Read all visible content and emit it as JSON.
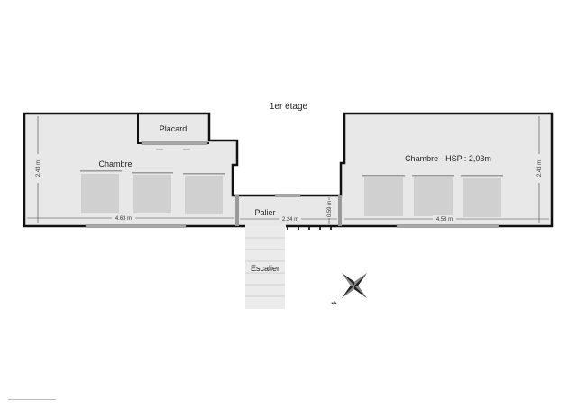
{
  "title": "1er étage",
  "rooms": {
    "left_bedroom": "Chambre",
    "closet": "Placard",
    "landing": "Palier",
    "right_bedroom": "Chambre - HSP : 2,03m",
    "stairs": "Escalier"
  },
  "dimensions": {
    "left_height": "2.43 m",
    "left_width": "4.63 m",
    "landing_width": "2.24 m",
    "landing_depth": "0.59 m",
    "right_width": "4.58 m",
    "right_height": "2.43 m"
  },
  "colors": {
    "floor": "#e8e8e8",
    "wall": "#111111",
    "window": "#a8a8a8",
    "furniture": "#d0d0d0"
  },
  "compass_icon": "north-arrow-icon"
}
